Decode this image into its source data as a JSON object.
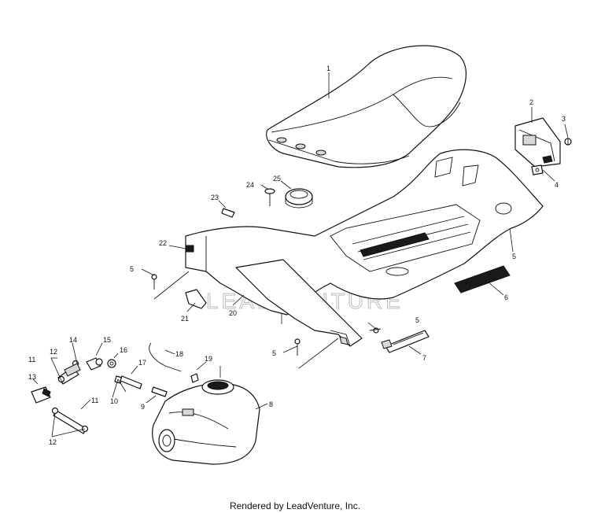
{
  "watermark": "LEADVENTURE",
  "footer": "Rendered by LeadVenture, Inc.",
  "callouts": {
    "c1": "1",
    "c2": "2",
    "c3": "3",
    "c4": "4",
    "c5a": "5",
    "c5b": "5",
    "c5c": "5",
    "c5d": "5",
    "c6": "6",
    "c7": "7",
    "c8": "8",
    "c9": "9",
    "c10": "10",
    "c11a": "11",
    "c11b": "11",
    "c12a": "12",
    "c12b": "12",
    "c13": "13",
    "c14": "14",
    "c15": "15",
    "c16": "16",
    "c17": "17",
    "c18": "18",
    "c19": "19",
    "c20": "20",
    "c21": "21",
    "c22": "22",
    "c23": "23",
    "c24": "24",
    "c25": "25"
  }
}
